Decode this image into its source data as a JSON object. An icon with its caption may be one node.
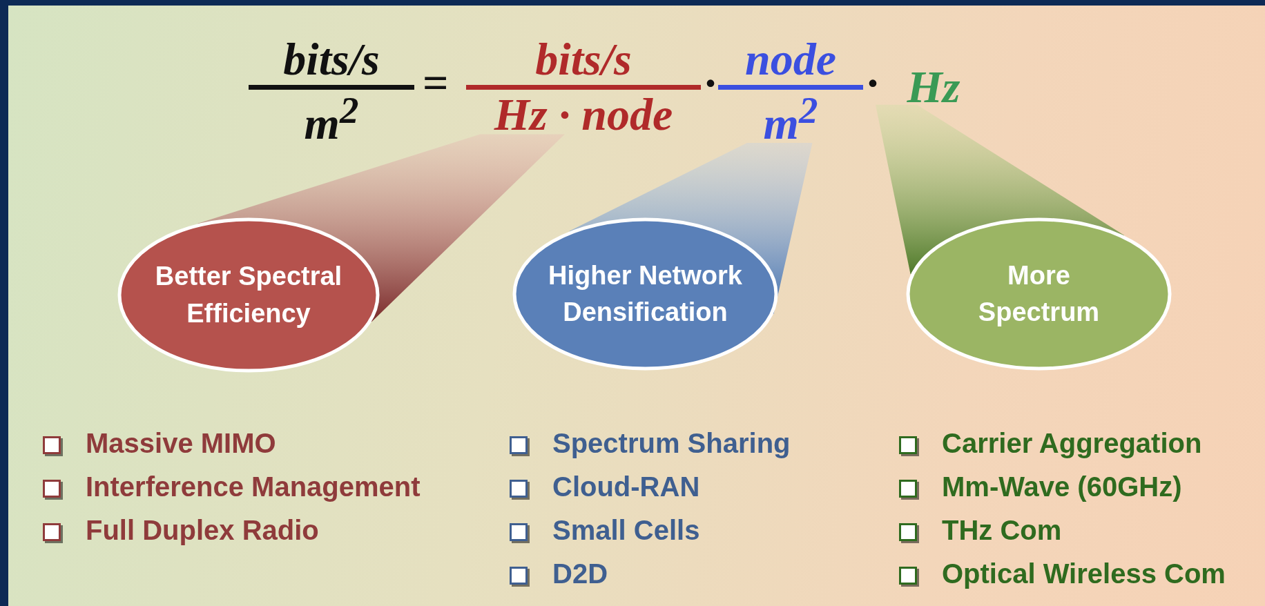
{
  "diagram": {
    "nodes": [
      {
        "text": [
          "bits/s",
          "m$^{2}$"
        ]
      },
      {
        "text": [
          "bits/s",
          "Hz · node"
        ]
      },
      {
        "text": [
          "node",
          "m$^{2}$"
        ]
      },
      {
        "text": [
          "Hz"
        ]
      },
      {
        "text": [
          "Better Spectral Efficiency"
        ]
      },
      {
        "text": [
          "Higher Network Densification"
        ]
      },
      {
        "text": [
          "More Spectrum"
        ]
      }
    ],
    "edges": [
      {
        "from": 1,
        "to": 4,
        "arrow": "none"
      },
      {
        "from": 2,
        "to": 5,
        "arrow": "none"
      },
      {
        "from": 3,
        "to": 6,
        "arrow": "none"
      }
    ],
    "labels": [
      "=",
      "·",
      "·",
      "Massive MIMO",
      "Interference Management",
      "Full Duplex Radio",
      "Spectrum Sharing",
      "Cloud-RAN",
      "Small Cells",
      "D2D",
      "Carrier Aggregation",
      "Mm-Wave (60GHz)",
      "THz Com",
      "Optical Wireless Com"
    ]
  }
}
